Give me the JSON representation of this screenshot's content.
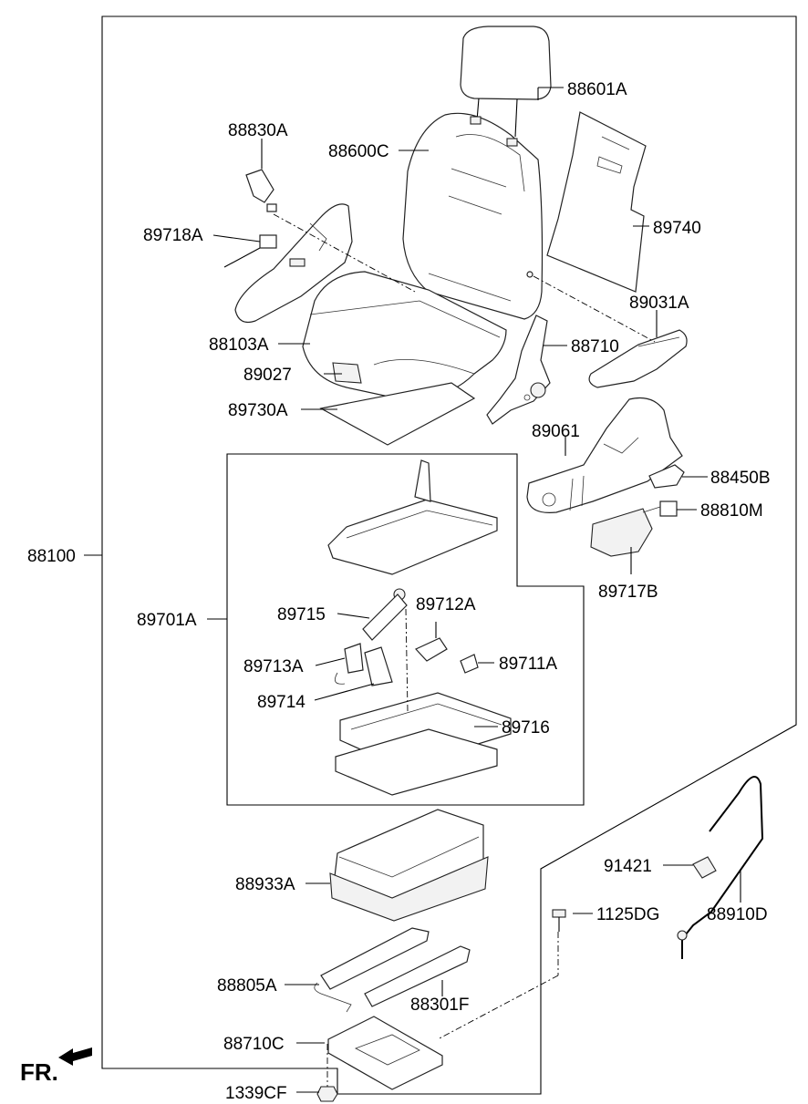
{
  "labels": {
    "p88601A": "88601A",
    "p88830A": "88830A",
    "p88600C": "88600C",
    "p89718A": "89718A",
    "p89740": "89740",
    "p89031A": "89031A",
    "p88103A": "88103A",
    "p88710": "88710",
    "p89027": "89027",
    "p89730A": "89730A",
    "p89061": "89061",
    "p88450B": "88450B",
    "p88810M": "88810M",
    "p89717B": "89717B",
    "p88100": "88100",
    "p89701A": "89701A",
    "p89715": "89715",
    "p89712A": "89712A",
    "p89713A": "89713A",
    "p89711A": "89711A",
    "p89714": "89714",
    "p89716": "89716",
    "p91421": "91421",
    "p88933A": "88933A",
    "p1125DG": "1125DG",
    "p88910D": "88910D",
    "p88805A": "88805A",
    "p88301F": "88301F",
    "p88710C": "88710C",
    "p1339CF": "1339CF"
  },
  "direction_marker": "FR."
}
